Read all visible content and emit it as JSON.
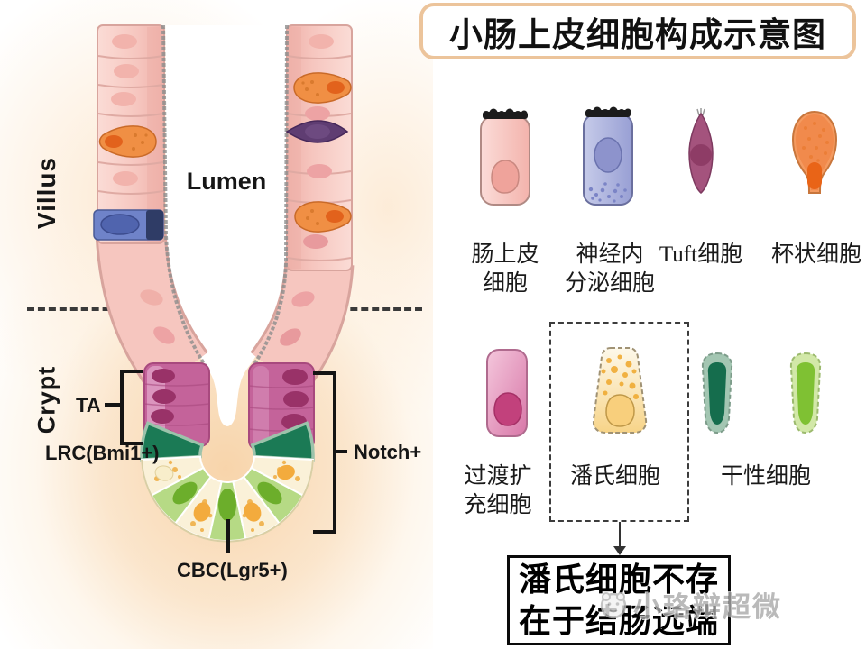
{
  "title": "小肠上皮细胞构成示意图",
  "anatomy_labels": {
    "villus": "Villus",
    "lumen": "Lumen",
    "crypt": "Crypt",
    "ta": "TA",
    "lrc": "LRC(Bmi1+)",
    "notch": "Notch+",
    "cbc": "CBC(Lgr5+)"
  },
  "cell_rows": {
    "row1": [
      {
        "id": "enterocyte",
        "label_lines": [
          "肠上皮",
          "细胞"
        ]
      },
      {
        "id": "enteroendocrine",
        "label_lines": [
          "神经内",
          "分泌细胞"
        ]
      },
      {
        "id": "tuft",
        "label_en": "Tuft",
        "label_cn": "细胞"
      },
      {
        "id": "goblet",
        "label_lines": [
          "杯状细胞"
        ]
      }
    ],
    "row2": [
      {
        "id": "transit-amplifying",
        "label_lines": [
          "过渡扩",
          "充细胞"
        ]
      },
      {
        "id": "paneth",
        "label_lines": [
          "潘氏细胞"
        ]
      },
      {
        "id": "stem",
        "label_lines": [
          "干性细胞"
        ]
      }
    ]
  },
  "callout": {
    "line1": "潘氏细胞不存",
    "line2": "在于结肠远端"
  },
  "watermark": {
    "text": "小珞辩超微"
  },
  "colors": {
    "title_border": "#ecc49b",
    "callout_border": "#0a0a0a",
    "epithelium_pink": "#f6c8c1",
    "ta_magenta": "#c4639a",
    "lrc_dark_green": "#1b7a55",
    "cbc_light_green": "#b6da85",
    "paneth_cream": "#faf1d8",
    "paneth_speckle": "#f0ab33",
    "goblet_orange": "#f08f44",
    "endocrine_blue": "#a9aedd",
    "tuft_plum": "#a4537d",
    "stem_dark": "#156d4d",
    "stem_light": "#7fc133",
    "watermark_gray": "#a9a9a9"
  }
}
